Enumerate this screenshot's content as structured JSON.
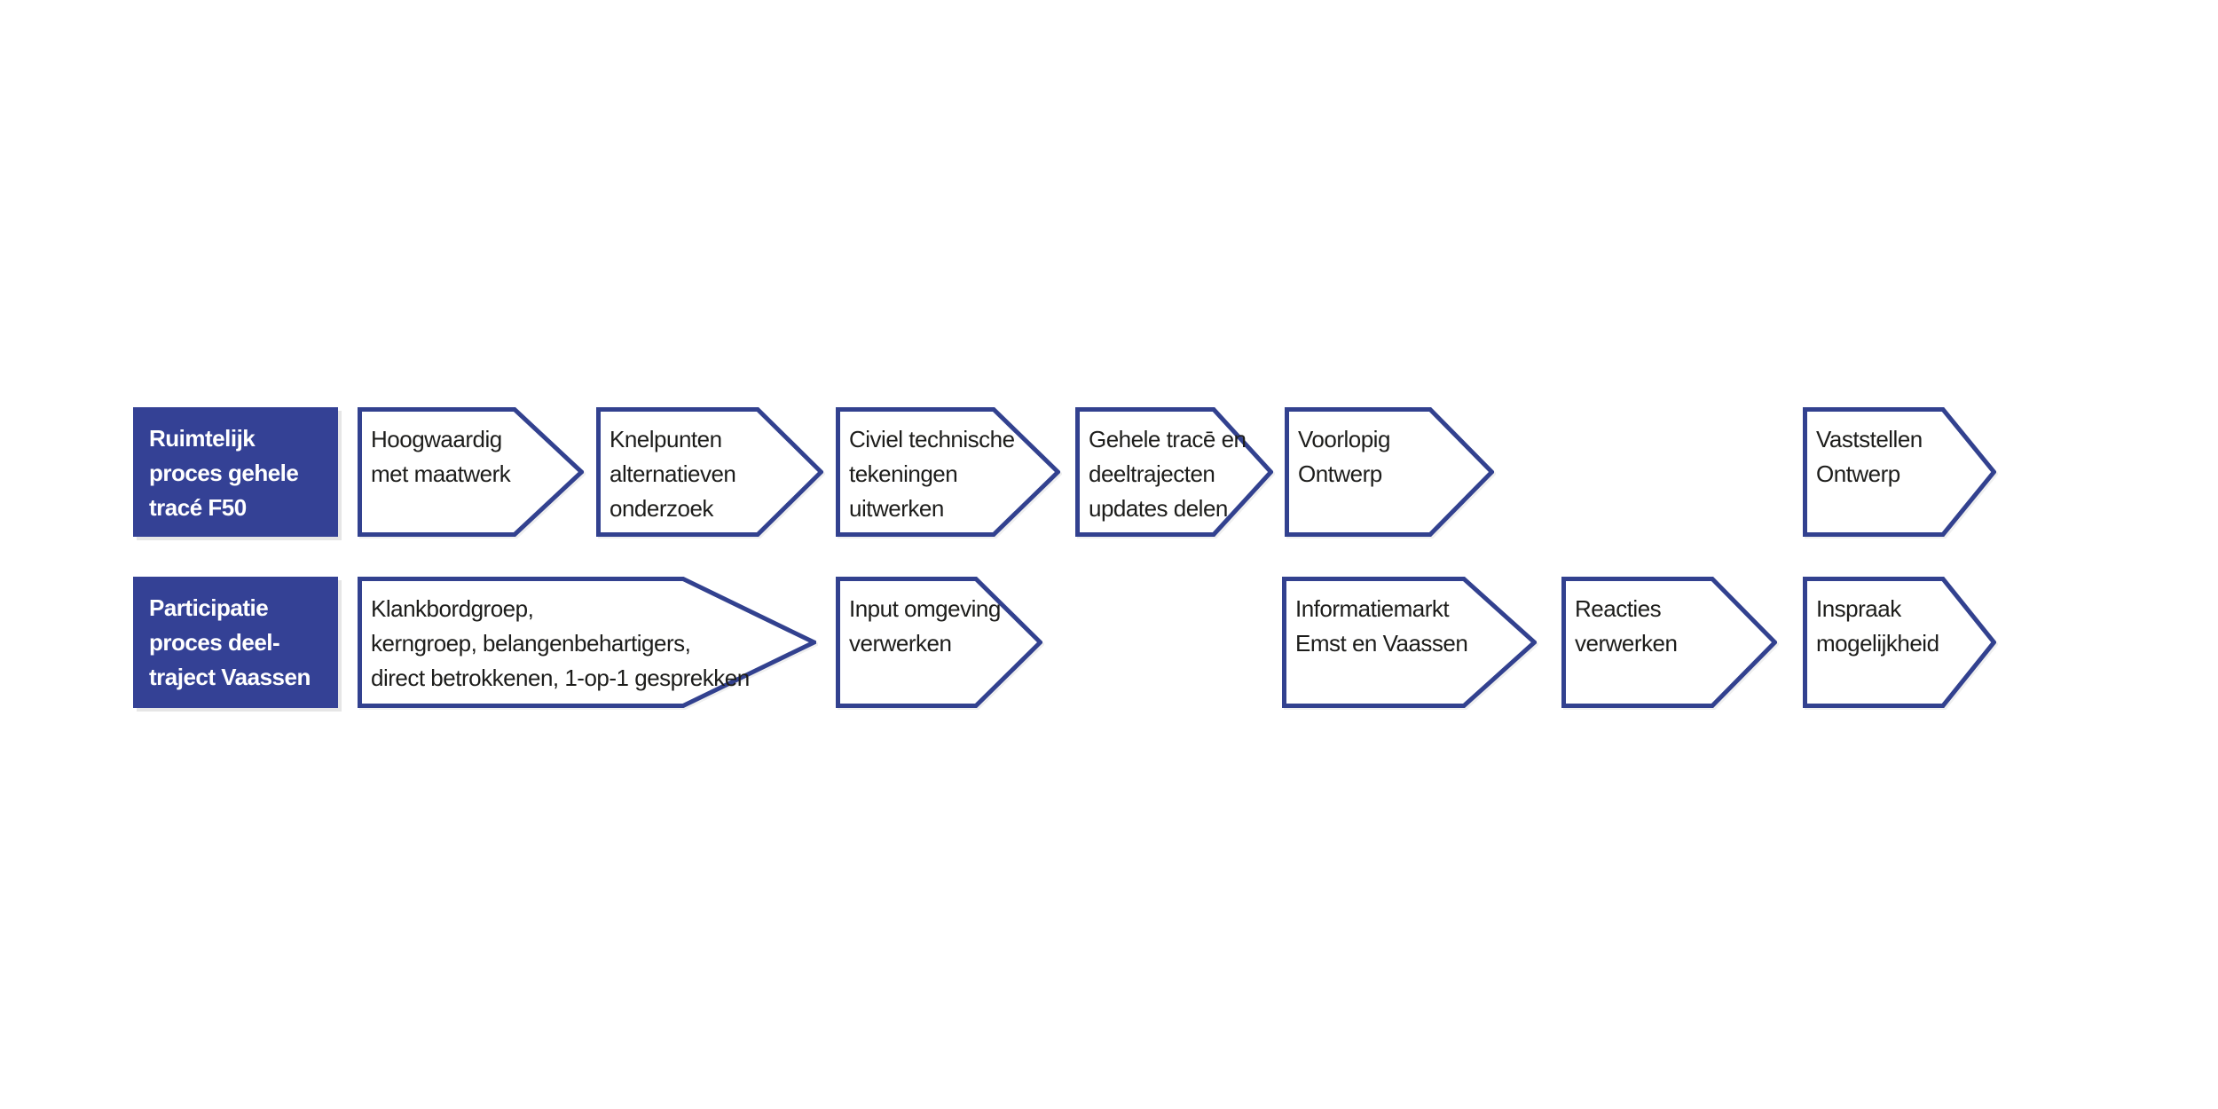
{
  "diagram": {
    "colors": {
      "header_fill": "#344195",
      "arrow_border": "#32418F",
      "arrow_fill": "#FFFFFF",
      "step_text": "#1D1D1B",
      "header_text": "#FFFFFF"
    },
    "rows": [
      {
        "header": {
          "lines": [
            "Ruimtelijk",
            "proces gehele",
            "tracé F50"
          ]
        },
        "steps": [
          {
            "lines": [
              "Hoogwaardig",
              "met maatwerk",
              ""
            ]
          },
          {
            "lines": [
              "Knelpunten",
              "alternatieven",
              "onderzoek"
            ]
          },
          {
            "lines": [
              "Civiel technische",
              "tekeningen",
              "uitwerken"
            ]
          },
          {
            "lines": [
              "Gehele tracē en",
              "deeltrajecten",
              "updates delen"
            ]
          },
          {
            "lines": [
              "Voorlopig",
              "Ontwerp",
              ""
            ]
          },
          {
            "lines": [
              "Vaststellen",
              "Ontwerp",
              ""
            ]
          }
        ]
      },
      {
        "header": {
          "lines": [
            "Participatie",
            "proces deel-",
            "traject Vaassen"
          ]
        },
        "steps": [
          {
            "lines": [
              "Klankbordgroep,",
              "kerngroep, belangenbehartigers,",
              "direct betrokkenen, 1-op-1 gesprekken"
            ]
          },
          {
            "lines": [
              "Input omgeving",
              "verwerken",
              ""
            ]
          },
          {
            "lines": [
              "Informatiemarkt",
              "Emst en Vaassen",
              ""
            ]
          },
          {
            "lines": [
              "Reacties",
              "verwerken",
              ""
            ]
          },
          {
            "lines": [
              "Inspraak",
              "mogelijkheid",
              ""
            ]
          }
        ]
      }
    ]
  }
}
